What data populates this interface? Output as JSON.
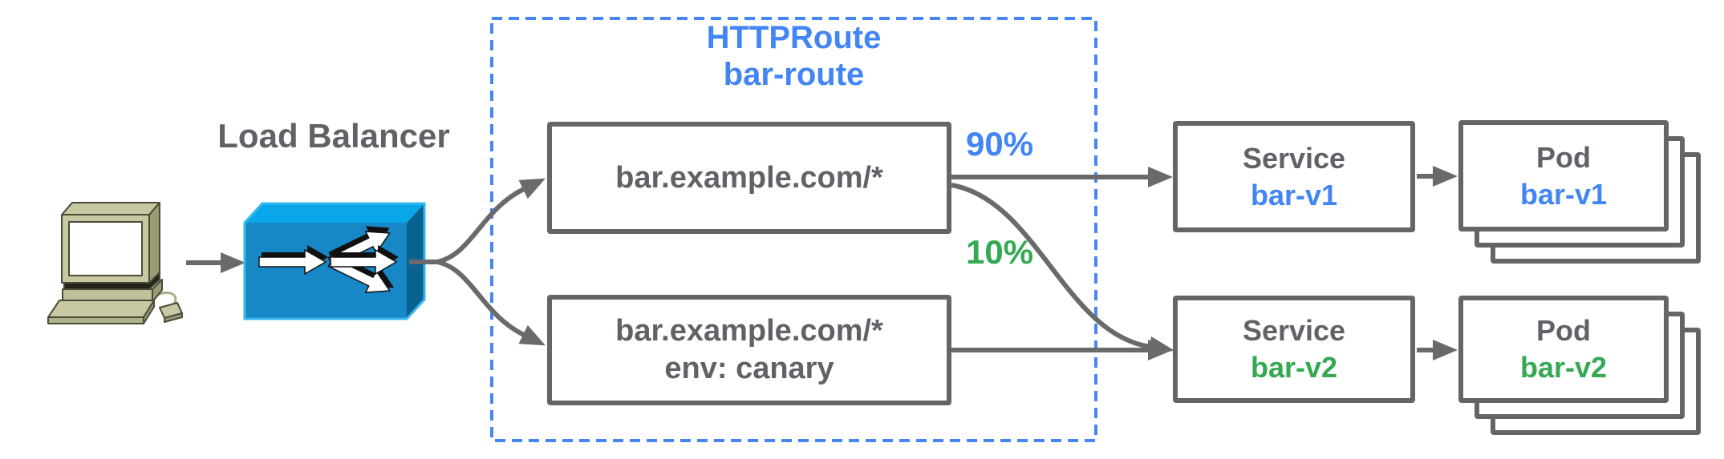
{
  "client": {
    "icon": "desktop-computer-icon"
  },
  "load_balancer": {
    "label": "Load Balancer",
    "icon": "load-balancer-icon"
  },
  "http_route": {
    "kind": "HTTPRoute",
    "name": "bar-route",
    "rules": [
      {
        "match": "bar.example.com/*"
      },
      {
        "match": "bar.example.com/*",
        "header": "env: canary"
      }
    ]
  },
  "weights": {
    "to_v1": "90%",
    "to_v2": "10%"
  },
  "services": [
    {
      "kind": "Service",
      "name": "bar-v1"
    },
    {
      "kind": "Service",
      "name": "bar-v2"
    }
  ],
  "pods": [
    {
      "kind": "Pod",
      "name": "bar-v1"
    },
    {
      "kind": "Pod",
      "name": "bar-v2"
    }
  ],
  "colors": {
    "accent_blue": "#4285F4",
    "accent_green": "#34A853",
    "text_gray": "#5F6368",
    "line_gray": "#6A6A6A",
    "box_border": "#656565",
    "dashed_group_border": "#4686F3",
    "lb_top": "#09A7E9",
    "lb_front": "#1787C6",
    "lb_side": "#0A6290",
    "computer_beige": "#C8C8A2"
  }
}
